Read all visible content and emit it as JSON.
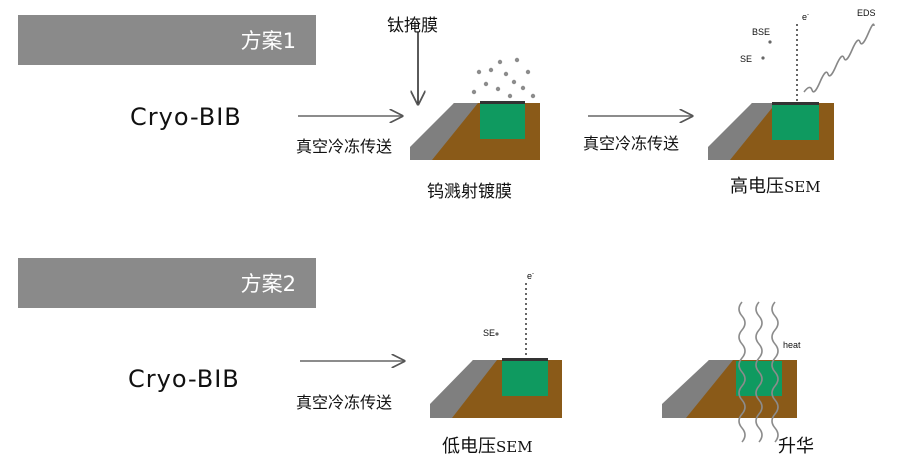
{
  "scheme1": {
    "title": "方案1",
    "method": "Cryo-BIB",
    "transfer1": "真空冷冻传送",
    "coating_label": "钛掩膜",
    "sputter": "钨溅射镀膜",
    "transfer2": "真空冷冻传送",
    "imaging": "高电压",
    "imaging_suffix": "SEM",
    "detectors": {
      "electron": "e",
      "electron_sup": "-",
      "bse": "BSE",
      "se": "SE",
      "eds": "EDS"
    }
  },
  "scheme2": {
    "title": "方案2",
    "method": "Cryo-BIB",
    "transfer": "真空冷冻传送",
    "imaging": "低电压",
    "imaging_suffix": "SEM",
    "result": "升华",
    "detectors": {
      "electron": "e",
      "electron_sup": "-",
      "se": "SE",
      "heat": "heat"
    }
  },
  "colors": {
    "banner": "#8a8a8a",
    "substrate": "#8a5a18",
    "sample": "#0f9a60",
    "surface": "#7f7f7f",
    "dots": "#8c8c8c"
  }
}
